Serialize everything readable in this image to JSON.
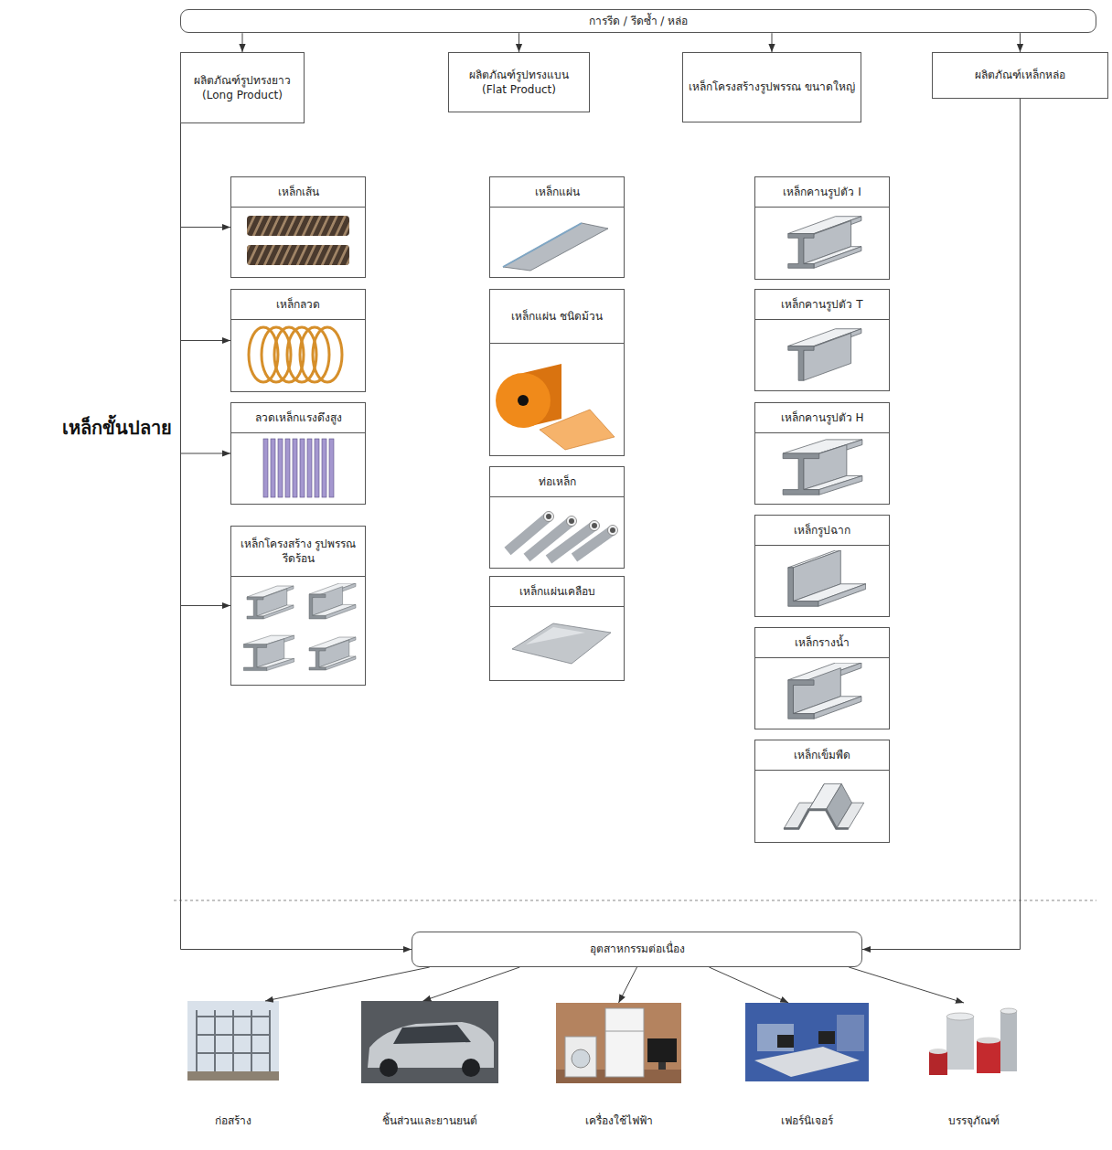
{
  "diagram": {
    "nodes": [
      {
        "text": [
          "การรีด / รีดซ้ำ / หล่อ"
        ]
      },
      {
        "text": [
          "ผลิตภัณฑ์รูปทรงยาว",
          "(Long Product)"
        ]
      },
      {
        "text": [
          "ผลิตภัณฑ์รูปทรงแบน",
          "(Flat Product)"
        ]
      },
      {
        "text": [
          "เหล็กโครงสร้างรูปพรรณ ขนาดใหญ่"
        ]
      },
      {
        "text": [
          "ผลิตภัณฑ์เหล็กหล่อ"
        ]
      },
      {
        "text": [
          "เหล็กเส้น"
        ]
      },
      {
        "text": [
          "เหล็กลวด"
        ]
      },
      {
        "text": [
          "ลวดเหล็กแรงดึงสูง"
        ]
      },
      {
        "text": [
          "เหล็กโครงสร้าง รูปพรรณรีดร้อน"
        ]
      },
      {
        "text": [
          "เหล็กแผ่น"
        ]
      },
      {
        "text": [
          "เหล็กแผ่น ชนิดม้วน"
        ]
      },
      {
        "text": [
          "ท่อเหล็ก"
        ]
      },
      {
        "text": [
          "เหล็กแผ่นเคลือบ"
        ]
      },
      {
        "text": [
          "เหล็กคานรูปตัว I"
        ]
      },
      {
        "text": [
          "เหล็กคานรูปตัว T"
        ]
      },
      {
        "text": [
          "เหล็กคานรูปตัว H"
        ]
      },
      {
        "text": [
          "เหล็กรูปฉาก"
        ]
      },
      {
        "text": [
          "เหล็กรางน้ำ"
        ]
      },
      {
        "text": [
          "เหล็กเข็มพืด"
        ]
      },
      {
        "text": [
          "อุตสาหกรรมต่อเนื่อง"
        ]
      },
      {
        "text": [
          "ก่อสร้าง"
        ]
      },
      {
        "text": [
          "ชิ้นส่วนและยานยนต์"
        ]
      },
      {
        "text": [
          "เครื่องใช้ไฟฟ้า"
        ]
      },
      {
        "text": [
          "เฟอร์นิเจอร์"
        ]
      },
      {
        "text": [
          "บรรจุภัณฑ์"
        ]
      }
    ],
    "edges": [
      {
        "from": 0,
        "to": 1,
        "arrow": "to"
      },
      {
        "from": 0,
        "to": 2,
        "arrow": "to"
      },
      {
        "from": 0,
        "to": 3,
        "arrow": "to"
      },
      {
        "from": 0,
        "to": 4,
        "arrow": "to"
      },
      {
        "from": 1,
        "to": 5,
        "arrow": "to"
      },
      {
        "from": 1,
        "to": 6,
        "arrow": "to"
      },
      {
        "from": 1,
        "to": 7,
        "arrow": "to"
      },
      {
        "from": 1,
        "to": 8,
        "arrow": "to"
      },
      {
        "from": 1,
        "to": 19,
        "arrow": "to"
      },
      {
        "from": 4,
        "to": 19,
        "arrow": "to"
      },
      {
        "from": 19,
        "to": 20,
        "arrow": "to"
      },
      {
        "from": 19,
        "to": 21,
        "arrow": "to"
      },
      {
        "from": 19,
        "to": 22,
        "arrow": "to"
      },
      {
        "from": 19,
        "to": 23,
        "arrow": "to"
      },
      {
        "from": 19,
        "to": 24,
        "arrow": "to"
      }
    ],
    "labels": [
      "เหล็กขั้นปลาย"
    ]
  }
}
